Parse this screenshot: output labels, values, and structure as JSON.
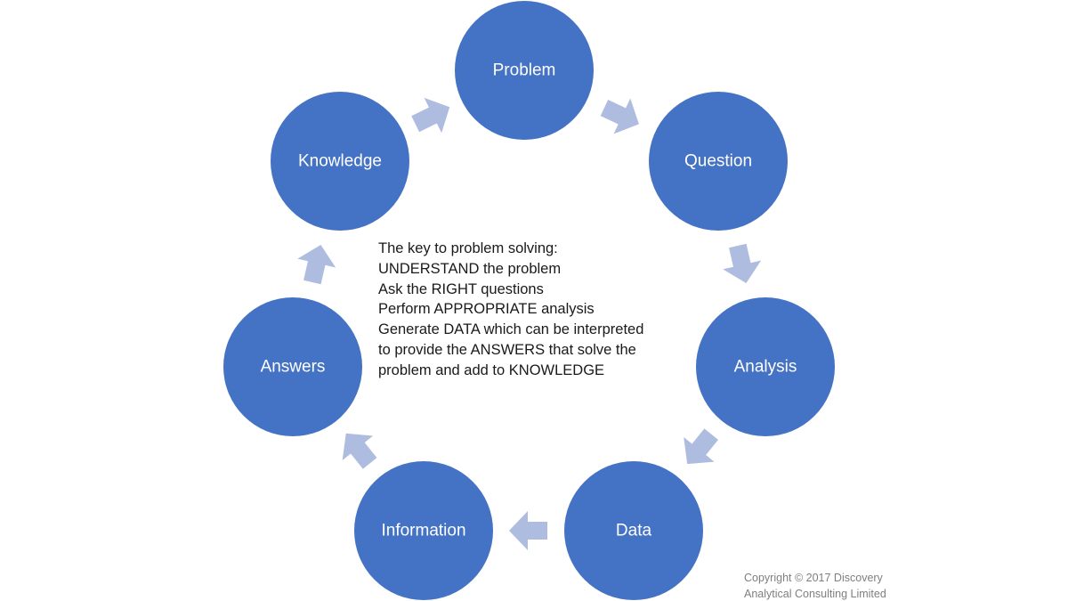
{
  "diagram": {
    "nodes": [
      {
        "id": "problem",
        "label": "Problem"
      },
      {
        "id": "question",
        "label": "Question"
      },
      {
        "id": "analysis",
        "label": "Analysis"
      },
      {
        "id": "data",
        "label": "Data"
      },
      {
        "id": "information",
        "label": "Information"
      },
      {
        "id": "answers",
        "label": "Answers"
      },
      {
        "id": "knowledge",
        "label": "Knowledge"
      }
    ],
    "edges": [
      {
        "from": "problem",
        "to": "question"
      },
      {
        "from": "question",
        "to": "analysis"
      },
      {
        "from": "analysis",
        "to": "data"
      },
      {
        "from": "data",
        "to": "information"
      },
      {
        "from": "information",
        "to": "answers"
      },
      {
        "from": "answers",
        "to": "knowledge"
      },
      {
        "from": "knowledge",
        "to": "problem"
      }
    ],
    "colors": {
      "node_fill": "#4472c4",
      "node_text": "#ffffff",
      "arrow_fill": "#aebce0"
    }
  },
  "center_text": {
    "lines": [
      "The key to problem solving:",
      "UNDERSTAND the problem",
      "Ask the RIGHT questions",
      "Perform APPROPRIATE analysis",
      "Generate DATA which can be interpreted",
      "to provide the ANSWERS that solve the",
      "problem and add to KNOWLEDGE"
    ]
  },
  "copyright": {
    "line1": "Copyright © 2017 Discovery",
    "line2": "Analytical Consulting Limited"
  }
}
